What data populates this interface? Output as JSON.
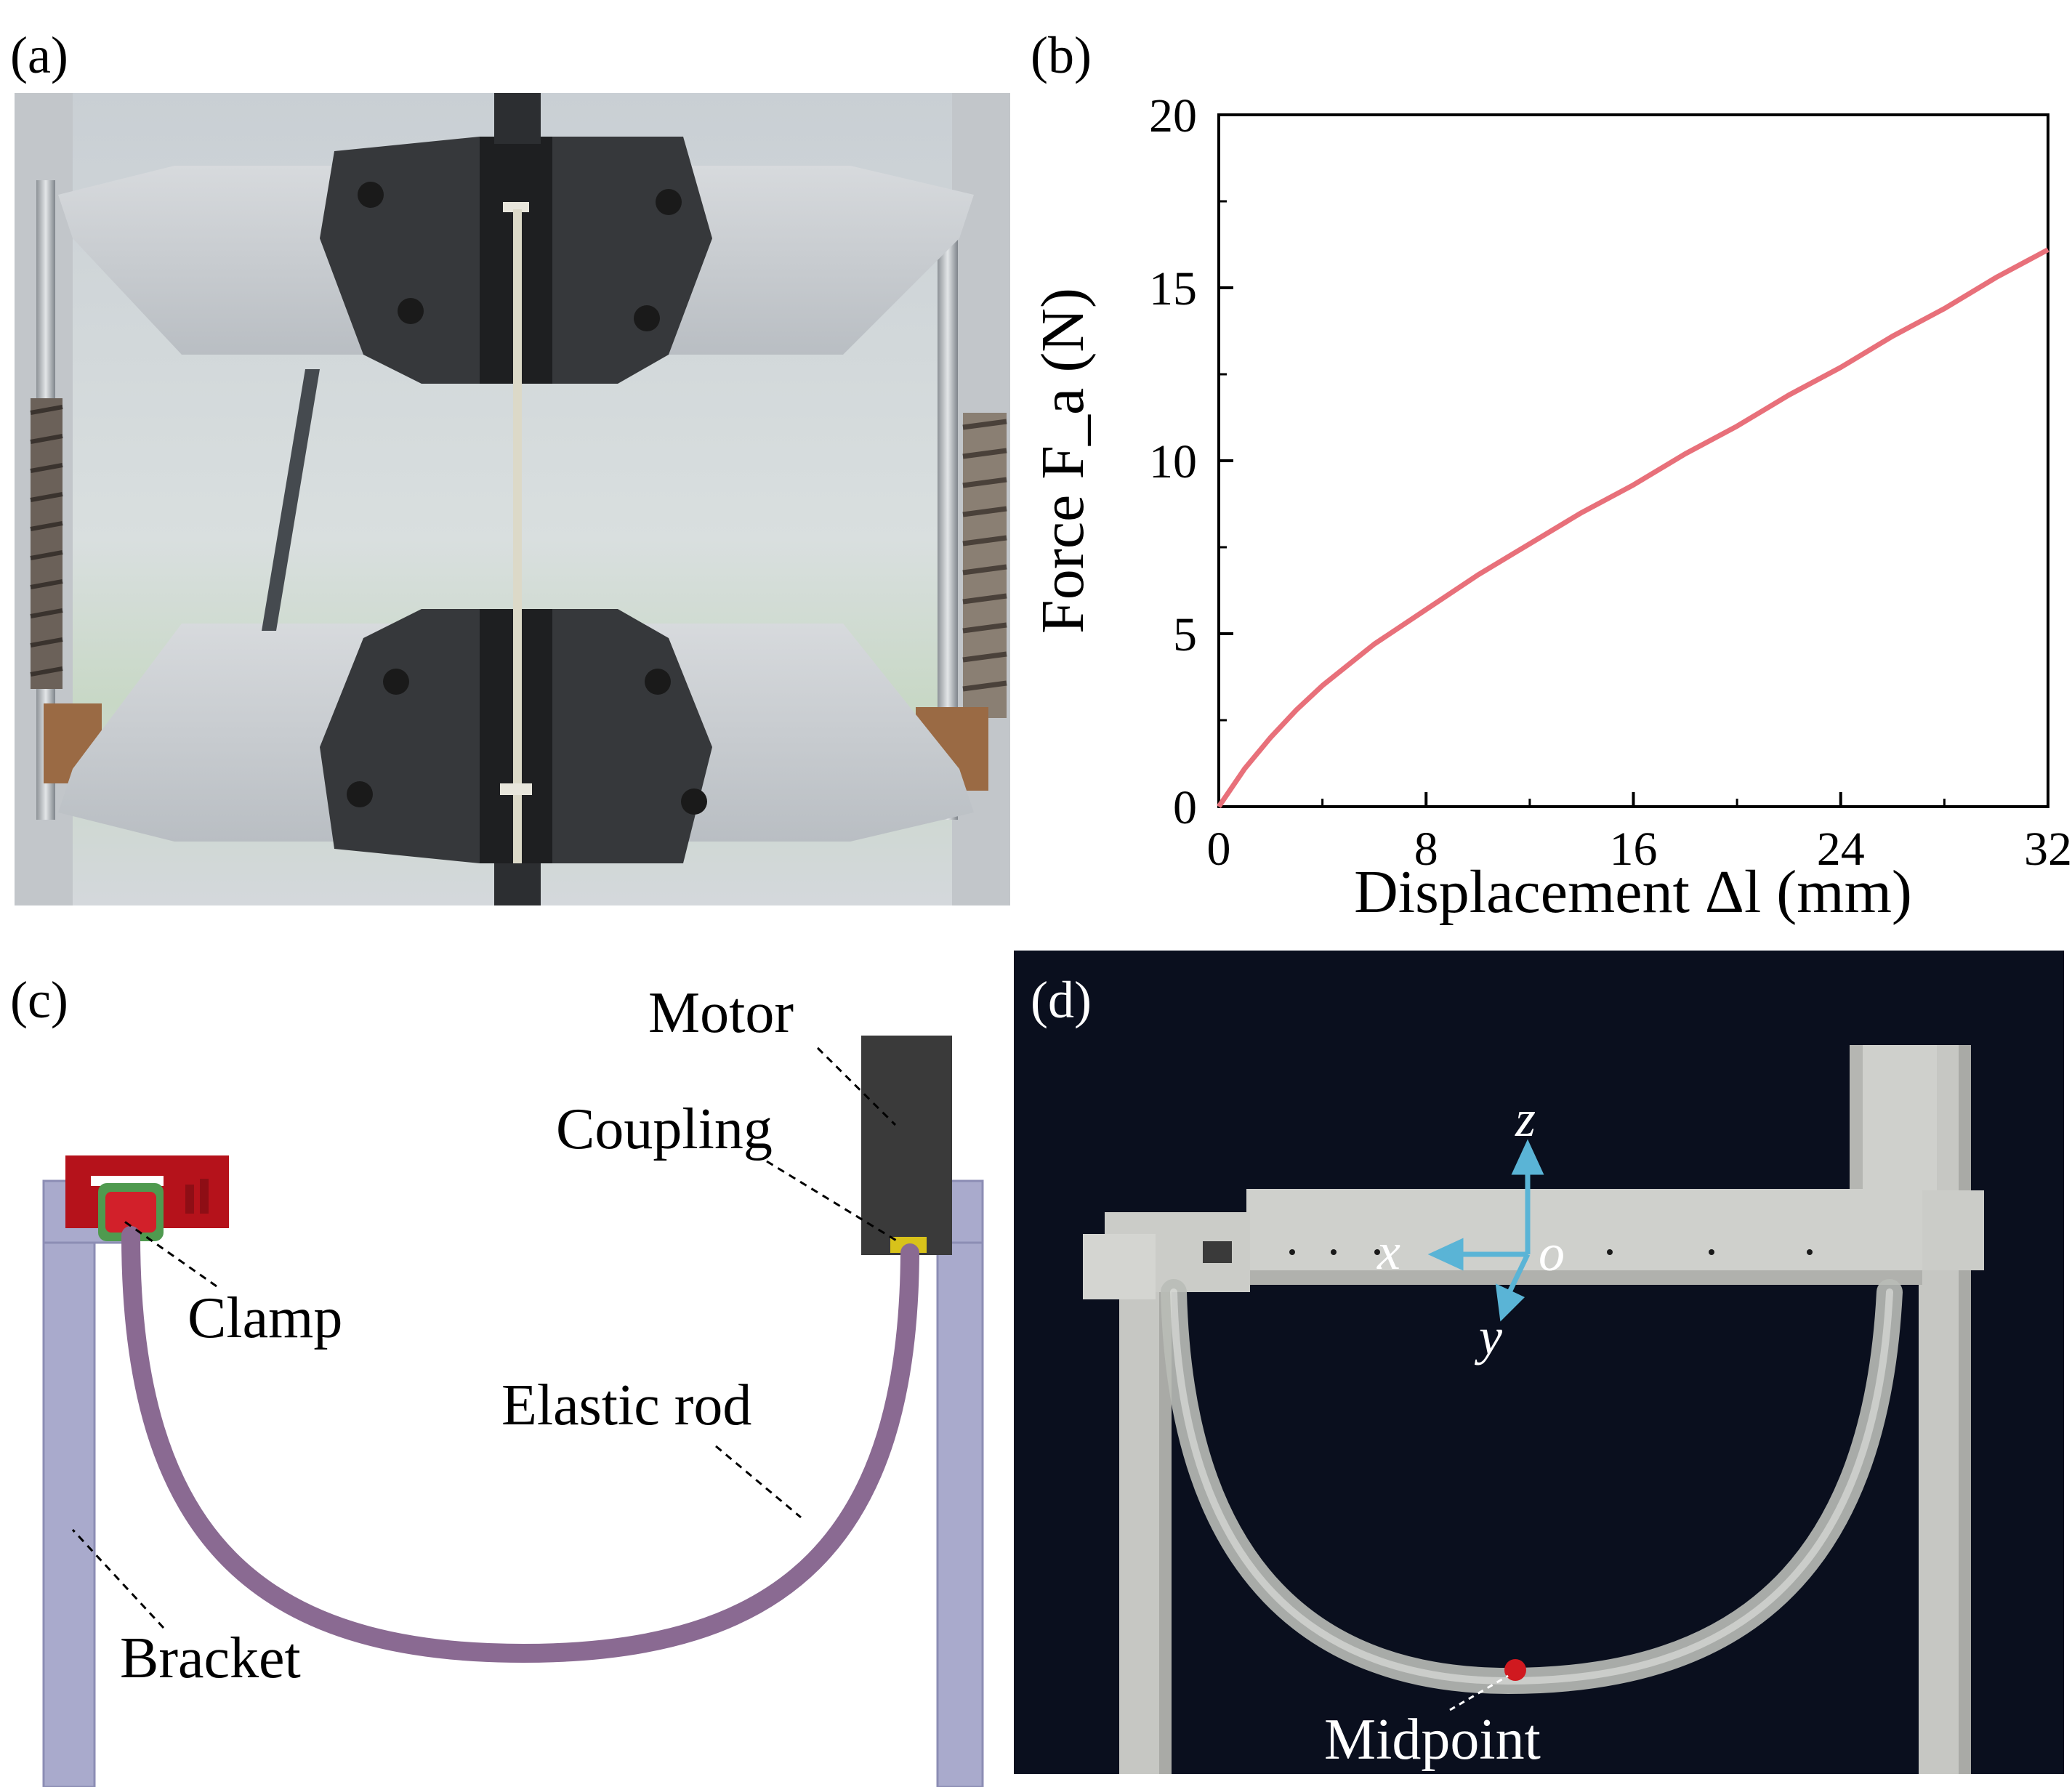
{
  "panels": {
    "a": {
      "label": "(a)"
    },
    "b": {
      "label": "(b)"
    },
    "c": {
      "label": "(c)"
    },
    "d": {
      "label": "(d)"
    }
  },
  "chart_data": {
    "type": "line",
    "xlabel": "Displacement Δl (mm)",
    "ylabel": "Force F_a (N)",
    "xlim": [
      0,
      32
    ],
    "ylim": [
      0,
      20
    ],
    "xticks": [
      0,
      8,
      16,
      24,
      32
    ],
    "yticks": [
      0,
      5,
      10,
      15,
      20
    ],
    "grid": false,
    "series": [
      {
        "color": "#e8707a",
        "x": [
          0,
          1,
          2,
          3,
          4,
          6,
          8,
          10,
          12,
          14,
          16,
          18,
          20,
          22,
          24,
          26,
          28,
          30,
          32
        ],
        "y": [
          0,
          1.1,
          2.0,
          2.8,
          3.5,
          4.7,
          5.7,
          6.7,
          7.6,
          8.5,
          9.3,
          10.2,
          11.0,
          11.9,
          12.7,
          13.6,
          14.4,
          15.3,
          16.1
        ]
      }
    ]
  },
  "diagram_c": {
    "labels": {
      "motor": "Motor",
      "coupling": "Coupling",
      "clamp": "Clamp",
      "elastic_rod": "Elastic rod",
      "bracket": "Bracket"
    },
    "colors": {
      "bracket": "#a9aacc",
      "rod": "#8a6a92",
      "clamp": "#b5121b",
      "motor": "#3a3a3a",
      "coupling": "#d8c21a",
      "clamp_ring": "#4f9a4f"
    }
  },
  "photo_d": {
    "axes": {
      "z": "z",
      "x": "x",
      "y": "y",
      "origin": "o"
    },
    "midpoint_label": "Midpoint",
    "colors": {
      "background": "#0a0f1e",
      "frame": "#cfd0cc",
      "axis": "#5ab4d6",
      "midpoint": "#d0191f"
    }
  }
}
